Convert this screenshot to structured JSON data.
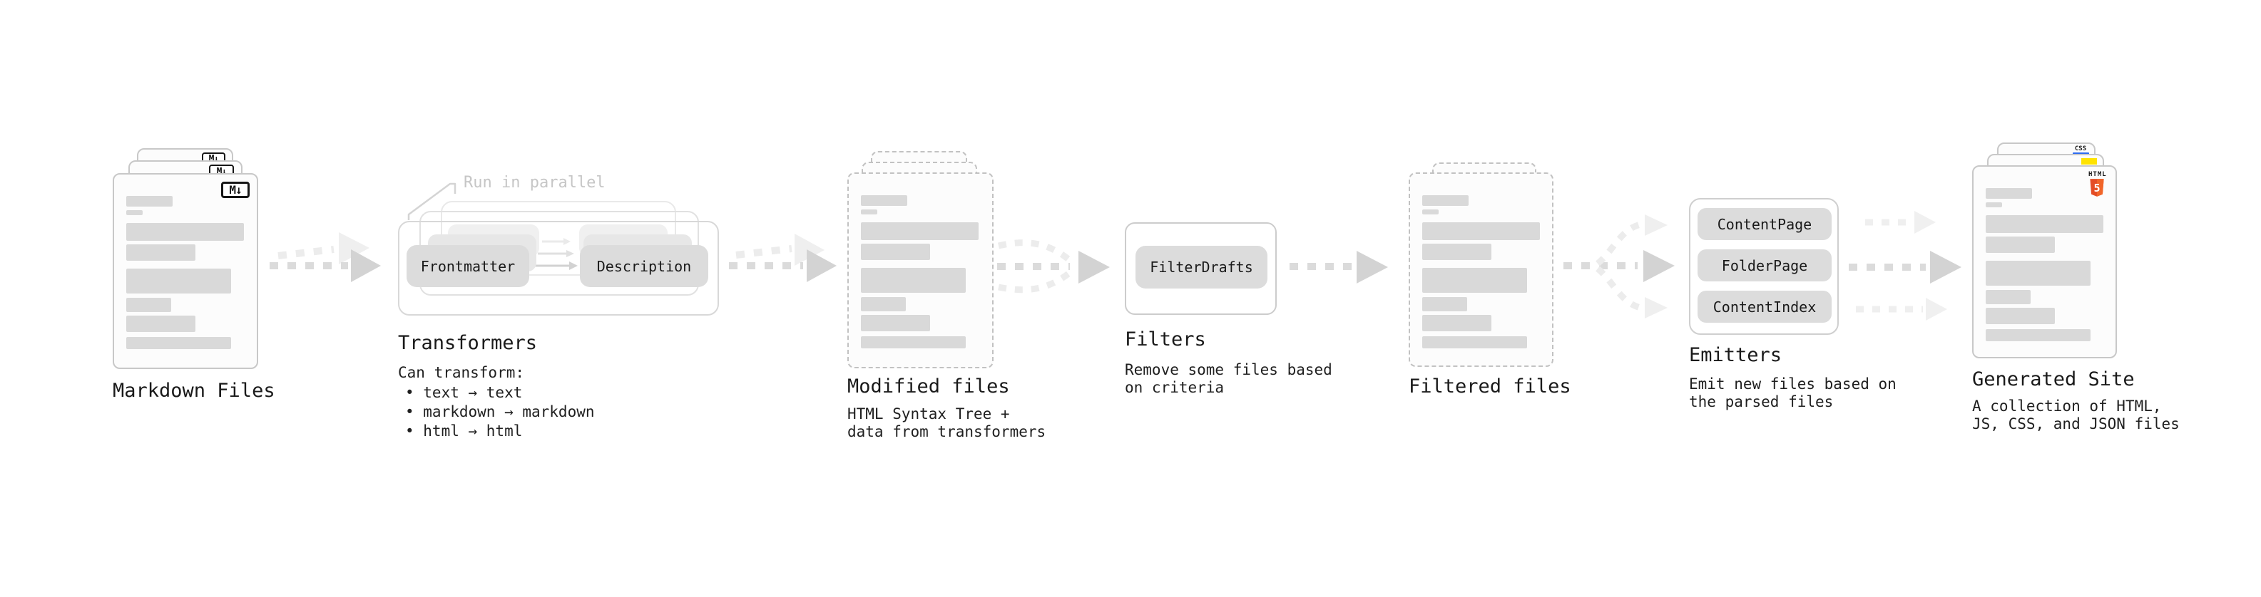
{
  "annotation": {
    "run_in_parallel": "Run in parallel"
  },
  "stages": {
    "markdown_files": {
      "title": "Markdown Files",
      "badge": "M↓"
    },
    "transformers": {
      "title": "Transformers",
      "intro": "Can transform:",
      "bullets": [
        "• text → text",
        "• markdown → markdown",
        "• html → html"
      ],
      "chips": [
        "Frontmatter",
        "Description"
      ]
    },
    "modified_files": {
      "title": "Modified files",
      "description": "HTML Syntax Tree +\ndata from transformers"
    },
    "filters": {
      "title": "Filters",
      "chips": [
        "FilterDrafts"
      ],
      "description": "Remove some files based\non criteria"
    },
    "filtered_files": {
      "title": "Filtered files"
    },
    "emitters": {
      "title": "Emitters",
      "chips": [
        "ContentPage",
        "FolderPage",
        "ContentIndex"
      ],
      "description": "Emit new files based on\nthe parsed files"
    },
    "generated_site": {
      "title": "Generated Site",
      "description": "A collection of HTML,\nJS, CSS, and JSON files",
      "badges": {
        "css_label": "CSS",
        "html_label": "HTML",
        "html5_number": "5"
      }
    }
  },
  "doc_bars": [
    [
      17,
      30,
      65,
      15
    ],
    [
      17,
      50,
      23,
      7
    ],
    [
      17,
      68,
      165,
      25
    ],
    [
      17,
      98,
      97,
      23
    ],
    [
      17,
      132,
      147,
      35
    ],
    [
      17,
      173,
      63,
      20
    ],
    [
      17,
      198,
      97,
      23
    ],
    [
      17,
      228,
      147,
      17
    ]
  ],
  "colors": {
    "html5_orange": "#e44d26",
    "html5_orange_light": "#f16529",
    "js_yellow": "#ffe300",
    "css_blue": "#2f6df0",
    "annotation_gray": "#c6c6c6",
    "arrow_dark": "#d3d3d3",
    "arrow_light": "#efefef"
  }
}
